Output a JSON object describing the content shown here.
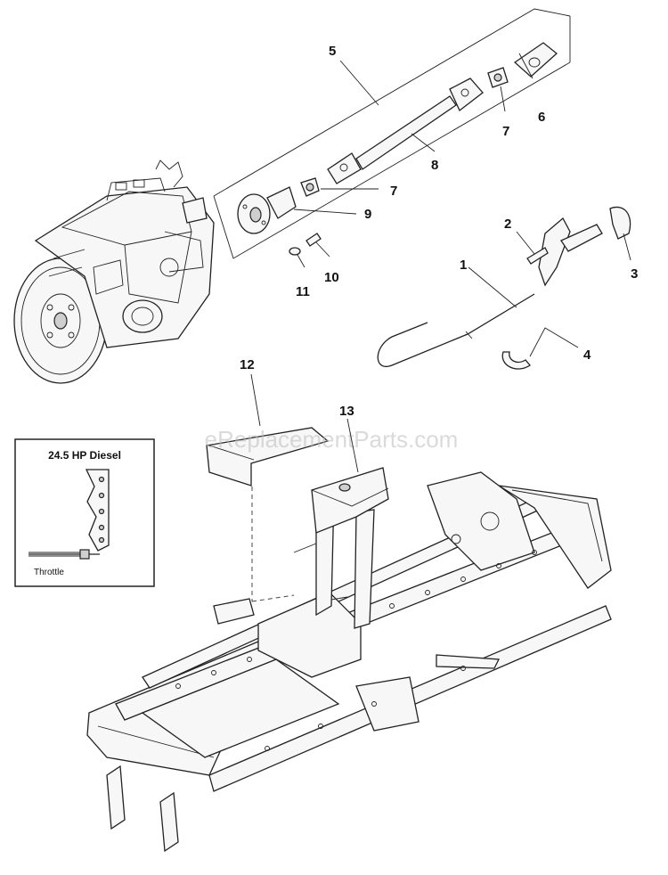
{
  "watermark": "eReplacementParts.com",
  "inset": {
    "title": "24.5 HP Diesel",
    "label": "Throttle"
  },
  "callouts": {
    "c1": "1",
    "c2": "2",
    "c3": "3",
    "c4": "4",
    "c5": "5",
    "c6": "6",
    "c7a": "7",
    "c7b": "7",
    "c8": "8",
    "c9": "9",
    "c10": "10",
    "c11": "11",
    "c12": "12",
    "c13": "13"
  }
}
